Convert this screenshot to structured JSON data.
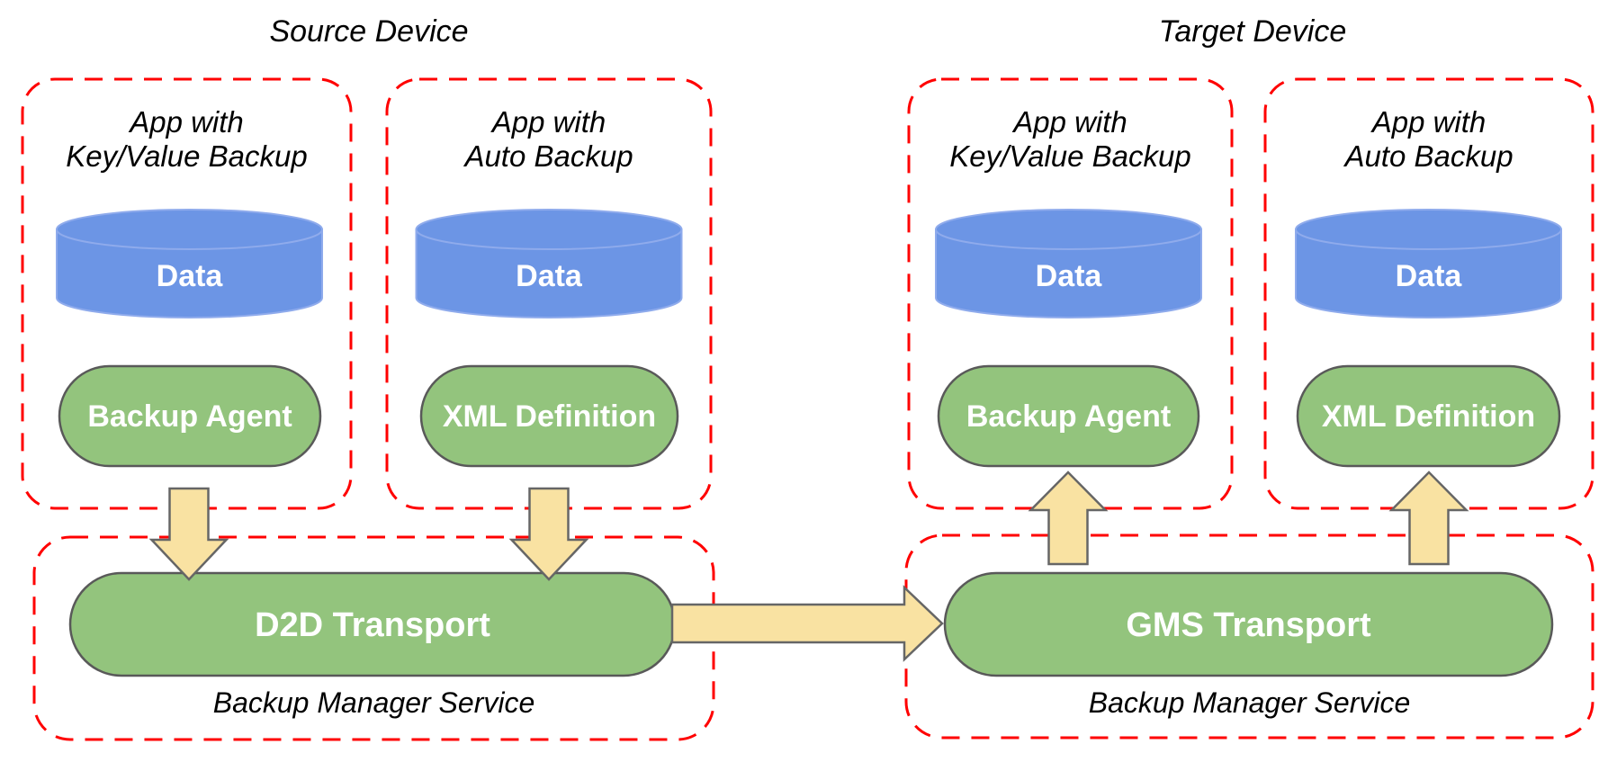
{
  "colors": {
    "background": "#FFFFFF",
    "dashed_border_red": "#FF0000",
    "cylinder_blue": "#6C95E5",
    "cylinder_blue_edge": "#8FABEC",
    "pill_green": "#93C47D",
    "pill_border_gray": "#595959",
    "arrow_yellow": "#F9E2A2",
    "arrow_border_gray": "#666666",
    "text_black": "#000000",
    "text_white": "#FFFFFF"
  },
  "source_device": {
    "title": "Source Device",
    "apps": [
      {
        "title_line1": "App with",
        "title_line2": "Key/Value Backup",
        "data_label": "Data",
        "component_label": "Backup Agent"
      },
      {
        "title_line1": "App with",
        "title_line2": "Auto Backup",
        "data_label": "Data",
        "component_label": "XML Definition"
      }
    ],
    "service": {
      "transport_label": "D2D Transport",
      "label": "Backup Manager Service"
    }
  },
  "target_device": {
    "title": "Target Device",
    "apps": [
      {
        "title_line1": "App with",
        "title_line2": "Key/Value Backup",
        "data_label": "Data",
        "component_label": "Backup Agent"
      },
      {
        "title_line1": "App with",
        "title_line2": "Auto Backup",
        "data_label": "Data",
        "component_label": "XML Definition"
      }
    ],
    "service": {
      "transport_label": "GMS Transport",
      "label": "Backup Manager Service"
    }
  }
}
